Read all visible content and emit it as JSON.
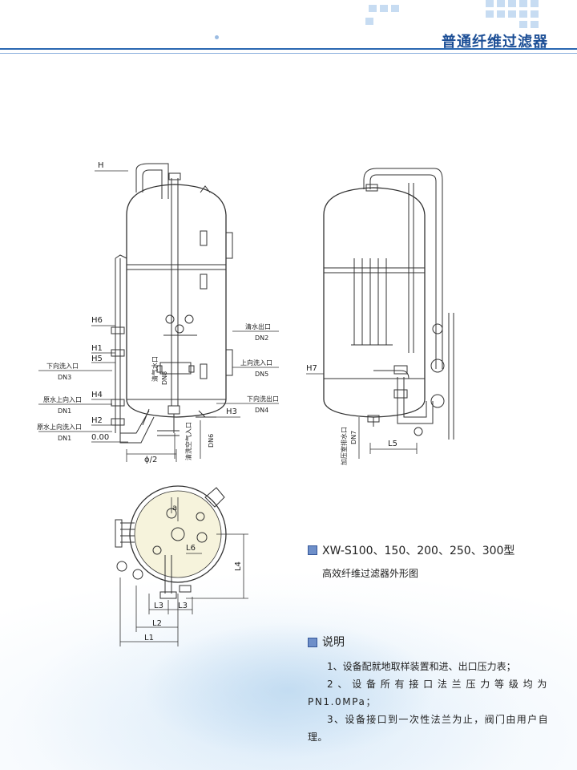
{
  "header": {
    "title": "普通纤维过滤器"
  },
  "diagram": {
    "front_view": {
      "levels": [
        "H",
        "H6",
        "H1",
        "H5",
        "H4",
        "H2",
        "0.00",
        "H3"
      ],
      "left_ports": [
        {
          "name": "下向洗入口",
          "dn": "DN3"
        },
        {
          "name": "原水上向入口",
          "dn": "DN1"
        },
        {
          "name": "原水上向洗入口",
          "dn": "DN1"
        }
      ],
      "right_ports": [
        {
          "name": "清水出口",
          "dn": "DN2"
        },
        {
          "name": "上向洗入口",
          "dn": "DN5"
        },
        {
          "name": "下向洗出口",
          "dn": "DN4"
        }
      ],
      "inner_labels": [
        "清气水口",
        "DN8",
        "清洗空气入口",
        "DN6"
      ],
      "diameter": "ϕ/2"
    },
    "side_view": {
      "level": "H7",
      "inlet": "加压室排水口",
      "inlet_dn": "DN7",
      "dim": "L5"
    },
    "top_view": {
      "dims": [
        "a",
        "L6",
        "L4",
        "L3",
        "L3",
        "L2",
        "L1"
      ]
    }
  },
  "caption": {
    "model": "XW-S100、150、200、250、300型",
    "subtitle": "高效纤维过滤器外形图"
  },
  "notes": {
    "heading": "说明",
    "items": [
      "1、设备配就地取样装置和进、出口压力表；",
      "2、设备所有接口法兰压力等级均为PN1.0MPa；",
      "3、设备接口到一次性法兰为止，阀门由用户自理。"
    ]
  }
}
